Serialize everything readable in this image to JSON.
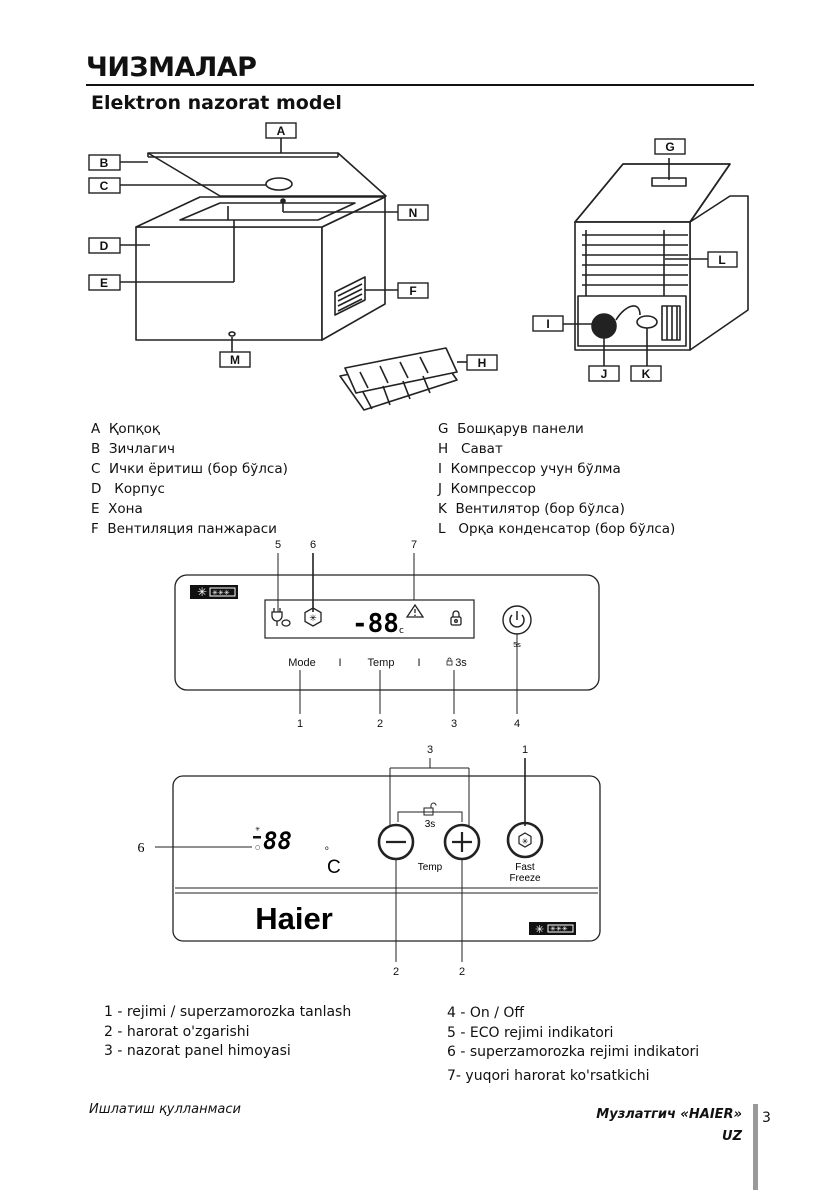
{
  "header": {
    "title": "ЧИЗМАЛАР",
    "subtitle": "Elektron nazorat model"
  },
  "figure_top": {
    "callouts": [
      "A",
      "B",
      "C",
      "D",
      "E",
      "F",
      "G",
      "H",
      "I",
      "J",
      "K",
      "L",
      "M",
      "N"
    ]
  },
  "parts_legend": {
    "left": [
      {
        "key": "A",
        "text": "Қопқоқ"
      },
      {
        "key": "B",
        "text": "Зичлагич"
      },
      {
        "key": "C",
        "text": "Ички ёритиш (бор бўлса)"
      },
      {
        "key": "D",
        "text": "Корпус"
      },
      {
        "key": "E",
        "text": "Хона"
      },
      {
        "key": "F",
        "text": "Вентиляция панжараси"
      }
    ],
    "right": [
      {
        "key": "G",
        "text": "Бошқарув панели"
      },
      {
        "key": "H",
        "text": "Сават"
      },
      {
        "key": "I",
        "text": "Компрессор учун бўлма"
      },
      {
        "key": "J",
        "text": "Компрессор"
      },
      {
        "key": "K",
        "text": "Вентилятор (бор бўлса)"
      },
      {
        "key": "L",
        "text": "Орқа конденсатор (бор бўлса)"
      }
    ]
  },
  "panel1": {
    "top_numbers": [
      "5",
      "6",
      "7"
    ],
    "display": "-88",
    "display_unit": "c",
    "power_hold": "5s",
    "labels": [
      "Mode",
      "Temp",
      "3s"
    ],
    "separators": [
      "I",
      "I"
    ],
    "bottom_numbers": [
      "1",
      "2",
      "3",
      "4"
    ]
  },
  "panel2": {
    "top_numbers": [
      "3",
      "1"
    ],
    "lock_hold": "3s",
    "display": "88",
    "unit": "C",
    "temp_label": "Temp",
    "fast_label_1": "Fast",
    "fast_label_2": "Freeze",
    "brand": "Haier",
    "left_number": "6",
    "bottom_numbers": [
      "2",
      "2"
    ]
  },
  "function_notes": {
    "left": [
      "1 - rejimi / superzamorozka tanlash",
      "2 - harorat o'zgarishi",
      "3 - nazorat panel himoyasi"
    ],
    "right": [
      "4 - On / Off",
      "5 - ECO rejimi indikatori",
      "6 - superzamorozka rejimi indikatori",
      "7-  yuqori harorat ko'rsatkichi"
    ]
  },
  "footer": {
    "left": "Ишлатиш қулланмаси",
    "right_line1": "Музлатгич «HAIER»",
    "right_line2": "UZ",
    "page": "3"
  }
}
